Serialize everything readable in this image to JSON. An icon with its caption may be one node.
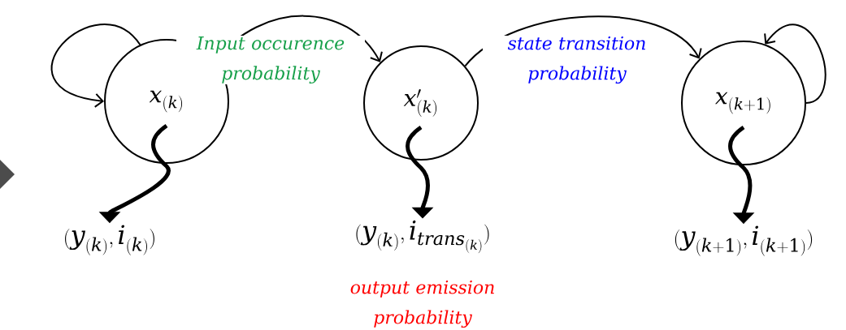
{
  "diagram": {
    "nodes": [
      {
        "text": [
          "x_{(k)}"
        ]
      },
      {
        "text": [
          "x'_{(k)}"
        ]
      },
      {
        "text": [
          "x_{(k+1)}"
        ]
      },
      {
        "text": [
          "(y_{(k)}, i_{(k)})"
        ]
      },
      {
        "text": [
          "(y_{(k)}, i_{trans_{(k)}})"
        ]
      },
      {
        "text": [
          "(y_{(k+1)}, i_{(k+1)})"
        ]
      }
    ],
    "edges": [
      {
        "from": 0,
        "to": 0,
        "arrow": "to"
      },
      {
        "from": 0,
        "to": 1,
        "arrow": "to",
        "label": "Input occurence probability"
      },
      {
        "from": 1,
        "to": 2,
        "arrow": "to",
        "label": "state transition probability"
      },
      {
        "from": 2,
        "to": 2,
        "arrow": "to"
      },
      {
        "from": 0,
        "to": 3,
        "arrow": "to",
        "style": "thick"
      },
      {
        "from": 1,
        "to": 4,
        "arrow": "to",
        "style": "thick"
      },
      {
        "from": 2,
        "to": 5,
        "arrow": "to",
        "style": "thick"
      }
    ],
    "labels": [
      "output emission probability"
    ]
  }
}
